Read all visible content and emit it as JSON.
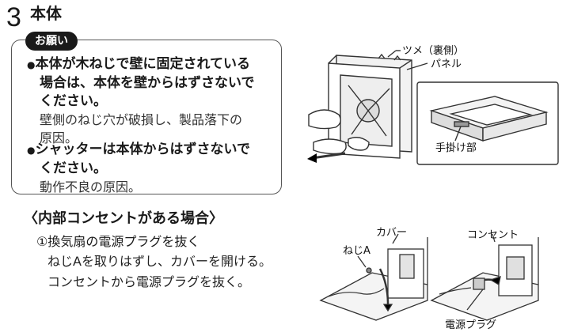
{
  "header": {
    "step_number": "3",
    "step_title": "本体"
  },
  "caution": {
    "badge": "お願い",
    "items": [
      {
        "lines": [
          "本体が木ねじで壁に固定されている",
          "場合は、本体を壁からはずさないで",
          "ください。"
        ],
        "note_lines": [
          "壁側のねじ穴が破損し、製品落下の",
          "原因。"
        ]
      },
      {
        "lines": [
          "シャッターは本体からはずさないで",
          "ください。"
        ],
        "note_lines": [
          "動作不良の原因。"
        ]
      }
    ]
  },
  "section": {
    "heading": "〈内部コンセントがある場合〉",
    "step": "①換気扇の電源プラグを抜く",
    "instructions": [
      "ねじAを取りはずし、カバーを開ける。",
      "コンセントから電源プラグを抜く。"
    ]
  },
  "figures": {
    "top": {
      "label_tabs": "ツメ（裏側）",
      "label_panel": "パネル",
      "label_handle": "手掛け部"
    },
    "bottom_left": {
      "label_cover": "カバー",
      "label_screw": "ねじA"
    },
    "bottom_right": {
      "label_outlet": "コンセント",
      "label_plug": "電源プラグ"
    }
  }
}
